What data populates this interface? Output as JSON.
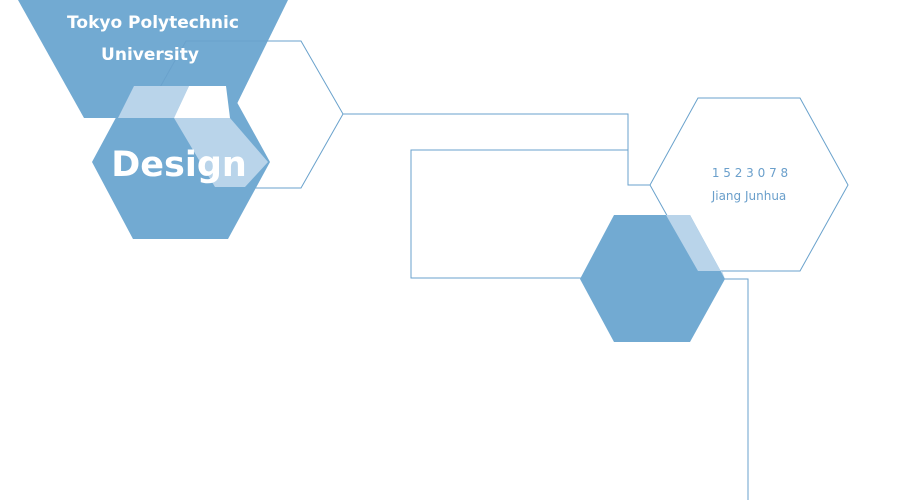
{
  "university": {
    "line1": "Tokyo Polytechnic",
    "line2": "University"
  },
  "heading": "Design",
  "student": {
    "id": "1 5 2 3 0 7 8",
    "name": "Jiang Junhua"
  },
  "colors": {
    "primary": "#72aad2",
    "light": "#b9d4ea",
    "line": "#6aa2cc"
  }
}
